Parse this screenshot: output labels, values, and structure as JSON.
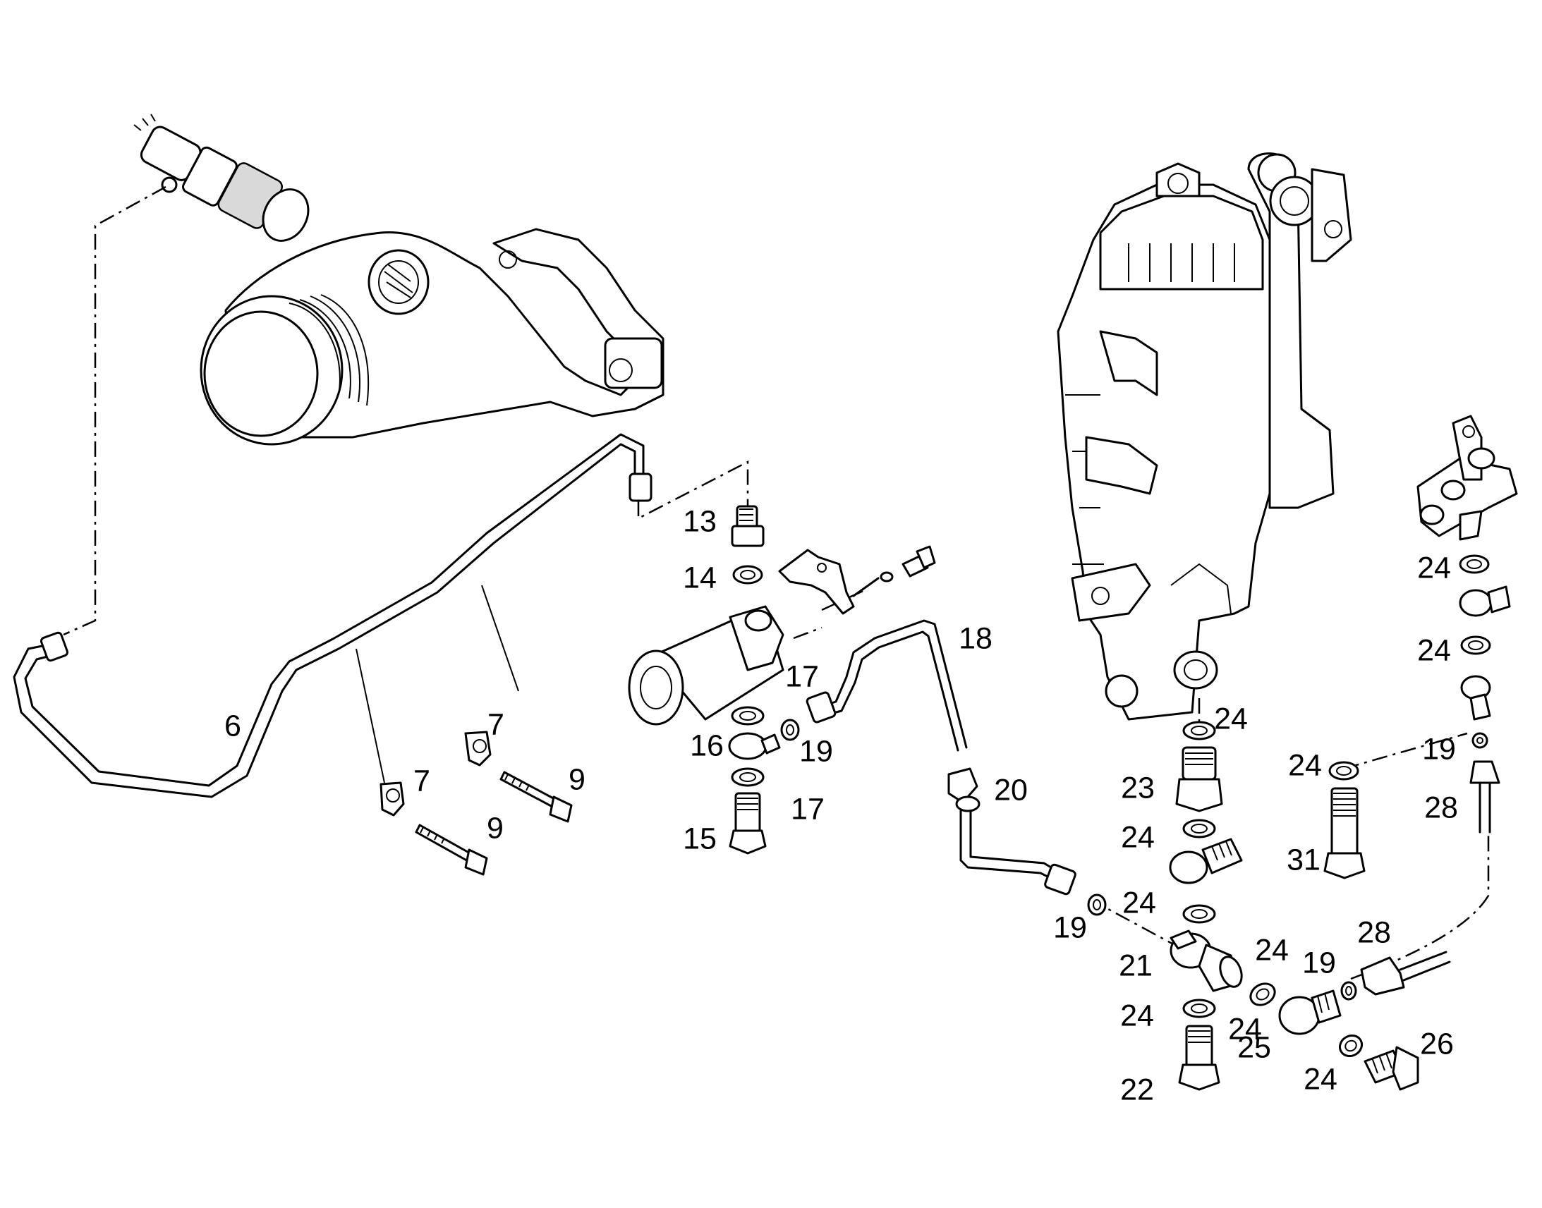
{
  "callouts": [
    {
      "id": "c-6",
      "text": "6"
    },
    {
      "id": "c-7a",
      "text": "7"
    },
    {
      "id": "c-7b",
      "text": "7"
    },
    {
      "id": "c-9a",
      "text": "9"
    },
    {
      "id": "c-9b",
      "text": "9"
    },
    {
      "id": "c-13",
      "text": "13"
    },
    {
      "id": "c-14",
      "text": "14"
    },
    {
      "id": "c-15",
      "text": "15"
    },
    {
      "id": "c-16",
      "text": "16"
    },
    {
      "id": "c-17a",
      "text": "17"
    },
    {
      "id": "c-17b",
      "text": "17"
    },
    {
      "id": "c-18",
      "text": "18"
    },
    {
      "id": "c-19a",
      "text": "19"
    },
    {
      "id": "c-19b",
      "text": "19"
    },
    {
      "id": "c-19c",
      "text": "19"
    },
    {
      "id": "c-19d",
      "text": "19"
    },
    {
      "id": "c-20",
      "text": "20"
    },
    {
      "id": "c-21",
      "text": "21"
    },
    {
      "id": "c-22",
      "text": "22"
    },
    {
      "id": "c-23",
      "text": "23"
    },
    {
      "id": "c-24a",
      "text": "24"
    },
    {
      "id": "c-24b",
      "text": "24"
    },
    {
      "id": "c-24c",
      "text": "24"
    },
    {
      "id": "c-24d",
      "text": "24"
    },
    {
      "id": "c-24e",
      "text": "24"
    },
    {
      "id": "c-24f",
      "text": "24"
    },
    {
      "id": "c-24g",
      "text": "24"
    },
    {
      "id": "c-24h",
      "text": "24"
    },
    {
      "id": "c-24i",
      "text": "24"
    },
    {
      "id": "c-24j",
      "text": "24"
    },
    {
      "id": "c-25",
      "text": "25"
    },
    {
      "id": "c-26",
      "text": "26"
    },
    {
      "id": "c-28a",
      "text": "28"
    },
    {
      "id": "c-28b",
      "text": "28"
    },
    {
      "id": "c-31",
      "text": "31"
    }
  ]
}
